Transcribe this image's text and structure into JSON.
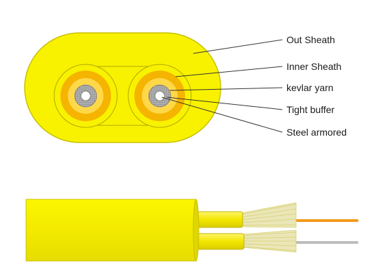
{
  "labels": {
    "out_sheath": "Out Sheath",
    "inner_sheath": "Inner Sheath",
    "kevlar_yarn": "kevlar yarn",
    "tight_buffer": "Tight buffer",
    "steel_armored": "Steel armored"
  },
  "colors": {
    "sheath_yellow": "#f8f200",
    "sheath_outline": "#c9c000",
    "inner_orange": "#f5b400",
    "inner_ring_light": "#ffd84a",
    "buffer_gray": "#a8a8a8",
    "core_white": "#ffffff",
    "fiber_orange": "#f39a1a",
    "fiber_gray": "#bdbdbd",
    "leader_line": "#333333"
  }
}
